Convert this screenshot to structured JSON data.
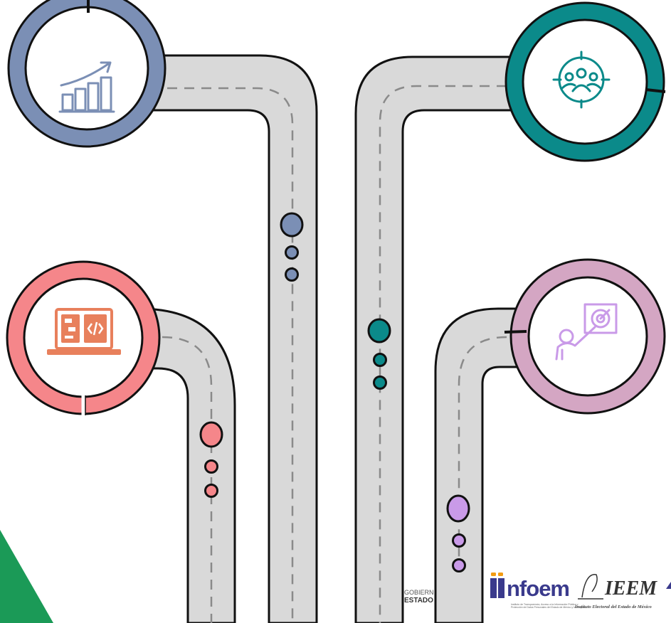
{
  "colors": {
    "road": "#d9d9d9",
    "outline": "#111111",
    "blue": "#7b8fb5",
    "teal": "#0b8a8a",
    "salmon": "#f5868a",
    "mauve": "#d4a6c3",
    "violet": "#c99ae8",
    "code_orange": "#e8805c",
    "green": "#1b9a57",
    "infoem_blue": "#3a3a8c",
    "infoem_orange": "#f39c12"
  },
  "nodes": [
    {
      "id": "growth",
      "icon": "growth-chart-icon",
      "ring": "blue"
    },
    {
      "id": "team",
      "icon": "team-target-icon",
      "ring": "teal"
    },
    {
      "id": "code",
      "icon": "code-laptop-icon",
      "ring": "salmon"
    },
    {
      "id": "goal",
      "icon": "presentation-target-icon",
      "ring": "mauve"
    }
  ],
  "logos": {
    "gobierno": {
      "line1": "GOBIERN",
      "line2": "ESTADO"
    },
    "infoem": {
      "word": "nfoem",
      "subtitle": "Instituto de Transparencia, Acceso a la Información Pública y Protección de Datos Personales del Estado de México y Municipios"
    },
    "ieem": {
      "word": "IEEM",
      "subtitle": "Instituto Electoral del Estado de México"
    }
  }
}
